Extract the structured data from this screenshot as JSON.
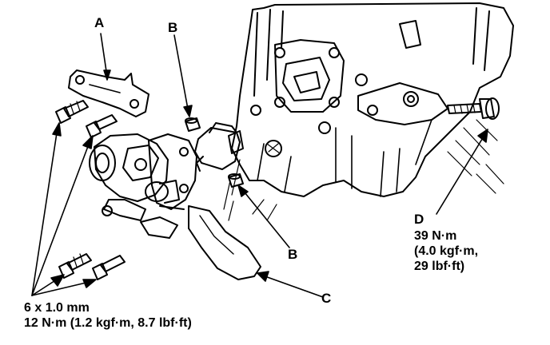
{
  "labels": {
    "a": "A",
    "b_top": "B",
    "b_bottom": "B",
    "c": "C",
    "d": "D"
  },
  "spec_d": {
    "line1": "39 N·m",
    "line2": "(4.0 kgf·m,",
    "line3": "29 lbf·ft)"
  },
  "spec_bolts": {
    "line1": "6 x 1.0 mm",
    "line2": "12 N·m (1.2 kgf·m, 8.7 lbf·ft)"
  }
}
